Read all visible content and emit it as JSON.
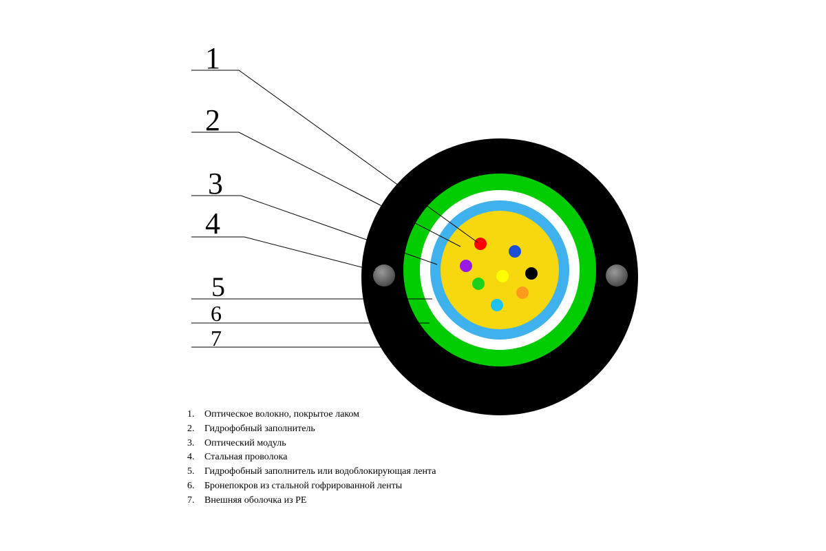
{
  "callouts": [
    "1",
    "2",
    "3",
    "4",
    "5",
    "6",
    "7"
  ],
  "legend": [
    {
      "number": "1.",
      "text": "Оптическое волокно, покрытое лаком"
    },
    {
      "number": "2.",
      "text": "Гидрофобный заполнитель"
    },
    {
      "number": "3.",
      "text": "Оптический модуль"
    },
    {
      "number": "4.",
      "text": "Стальная проволока"
    },
    {
      "number": "5.",
      "text": "Гидрофобный заполнитель или водоблокирующая лента"
    },
    {
      "number": "6.",
      "text": "Бронепокров из стальной гофрированной ленты"
    },
    {
      "number": "7.",
      "text": "Внешняя оболочка из PE"
    }
  ],
  "colors": {
    "outer_sheath": "#000000",
    "armor_layer": "#00cc00",
    "filler_layer": "#ffffff",
    "tube": "#3fb1ec",
    "gel_filler": "#f7d80f",
    "steel_wire": "#6e6e6e",
    "fibers": [
      "#ff0000",
      "#1a4fd6",
      "#9b19e6",
      "#ffff00",
      "#000000",
      "#1ed01e",
      "#ff9a1f",
      "#1ec2f0"
    ]
  }
}
